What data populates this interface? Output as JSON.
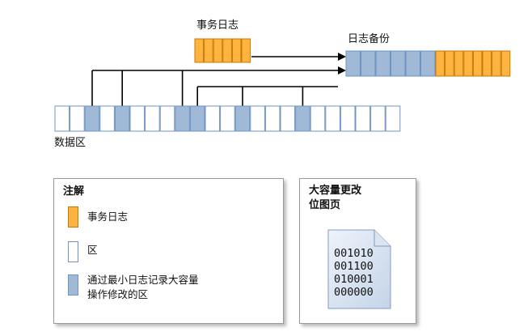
{
  "diagram": {
    "transaction_log_label": "事务日志",
    "log_backup_label": "日志备份",
    "data_area_label": "数据区",
    "colors": {
      "log_fill": "#ffb340",
      "log_border": "#c47a00",
      "extent_fill": "#ffffff",
      "extent_border": "#6f94c3",
      "modified_fill": "#9fb9d6",
      "modified_border": "#6f94c3",
      "arrow": "#000000"
    },
    "data_extents": [
      0,
      0,
      1,
      0,
      1,
      0,
      0,
      0,
      1,
      1,
      0,
      0,
      1,
      0,
      0,
      0,
      1,
      0,
      0,
      0,
      0,
      0,
      0
    ],
    "backup_cells": [
      1,
      1,
      1,
      1,
      1,
      1,
      2,
      2,
      2,
      2,
      2,
      2,
      2,
      2
    ]
  },
  "legend": {
    "title": "注解",
    "items": [
      {
        "label": "事务日志",
        "kind": "log"
      },
      {
        "label": "区",
        "kind": "extent"
      },
      {
        "label": "通过最小日志记录大容量\n操作修改的区",
        "kind": "modified"
      }
    ]
  },
  "bitmap": {
    "title_line1": "大容量更改",
    "title_line2": "位图页",
    "rows": [
      "001010",
      "001100",
      "010001",
      "000000"
    ]
  }
}
